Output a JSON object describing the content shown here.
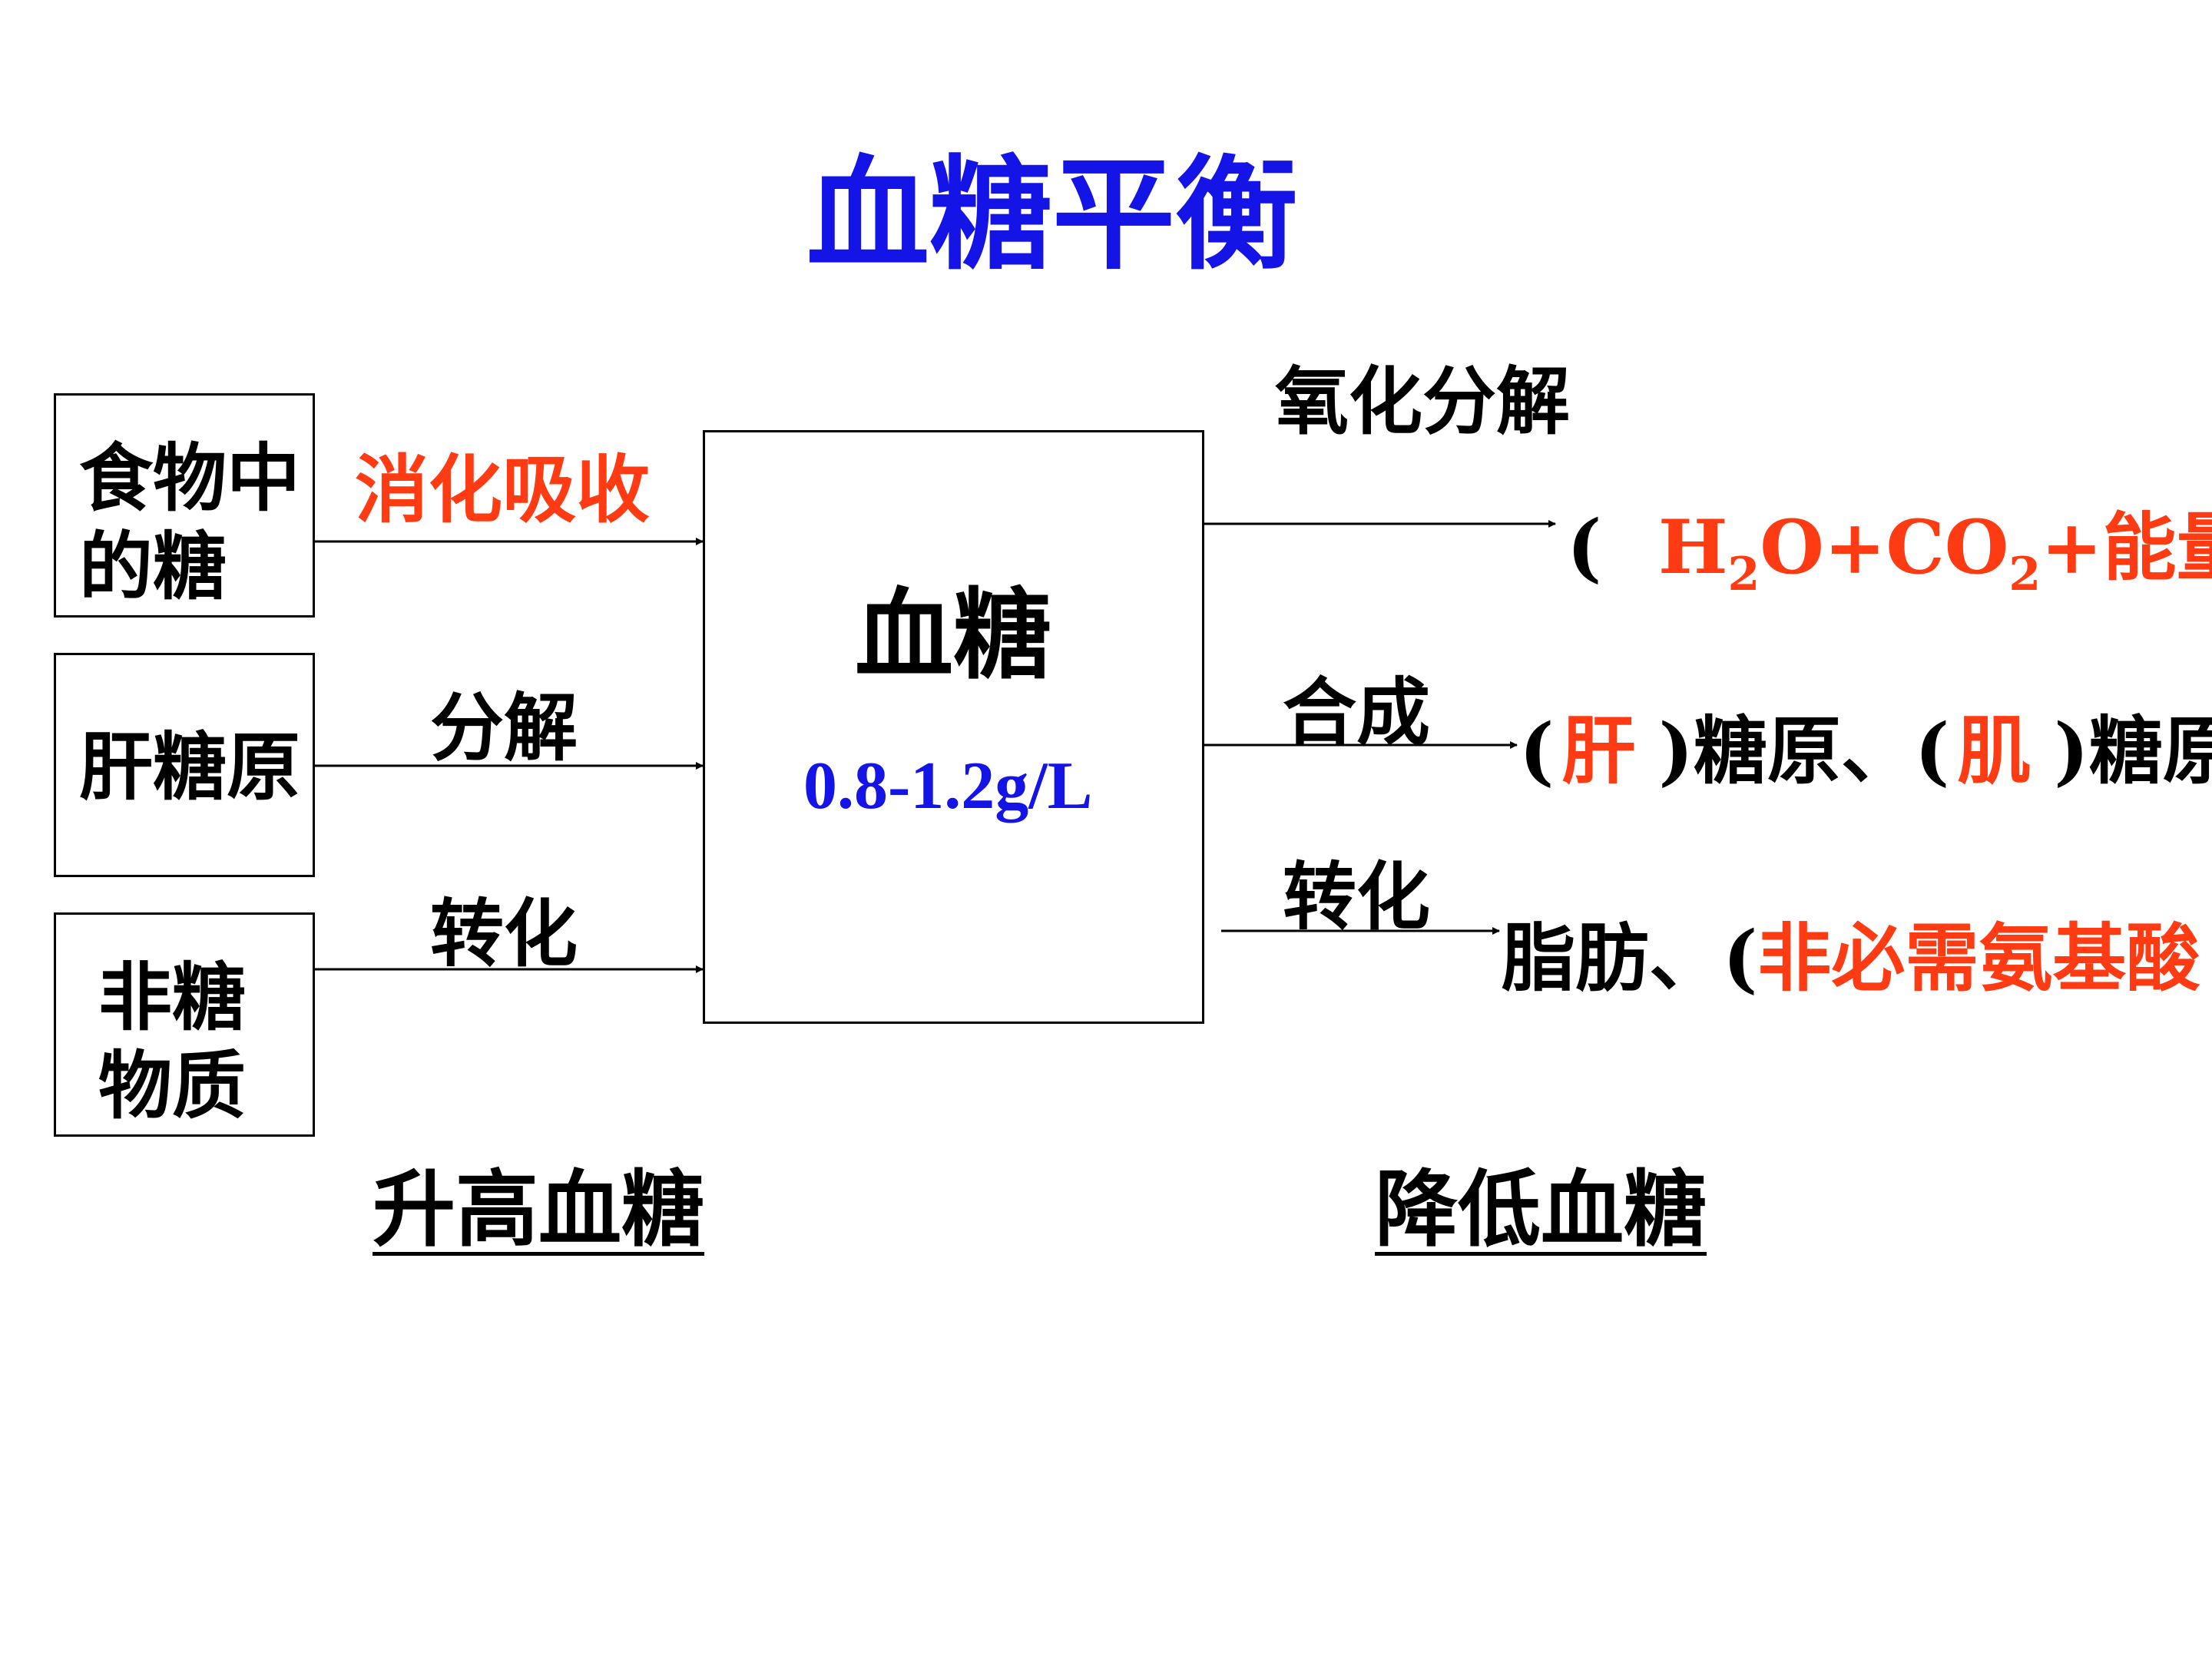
{
  "title": "血糖平衡",
  "sources": {
    "food": "食物中的糖",
    "liver_glycogen": "肝糖原",
    "non_sugar": "非糖物质"
  },
  "input_labels": {
    "digest": "消化吸收",
    "decompose": "分解",
    "convert": "转化"
  },
  "center": {
    "label": "血糖",
    "range": "0.8-1.2g/L"
  },
  "output_labels": {
    "oxidize": "氧化分解",
    "synthesize": "合成",
    "convert": "转化"
  },
  "outputs": {
    "oxidation_open": "(",
    "h": "H",
    "h_sub": "2",
    "o_co": "O+CO",
    "co_sub": "2",
    "energy": "+能量",
    "oxidation_close": ")",
    "glyco_open1": "(",
    "liver": "肝",
    "glyco_close1": ")糖原、(",
    "muscle": "肌",
    "glyco_close2": ")糖原",
    "fat_prefix": "脂肪、(",
    "amino": "非必需氨基酸",
    "fat_close": ")"
  },
  "footers": {
    "raise": "升高血糖",
    "lower": "降低血糖"
  },
  "colors": {
    "title": "#1414e6",
    "highlight": "#ff3b14",
    "range": "#1414e6"
  }
}
